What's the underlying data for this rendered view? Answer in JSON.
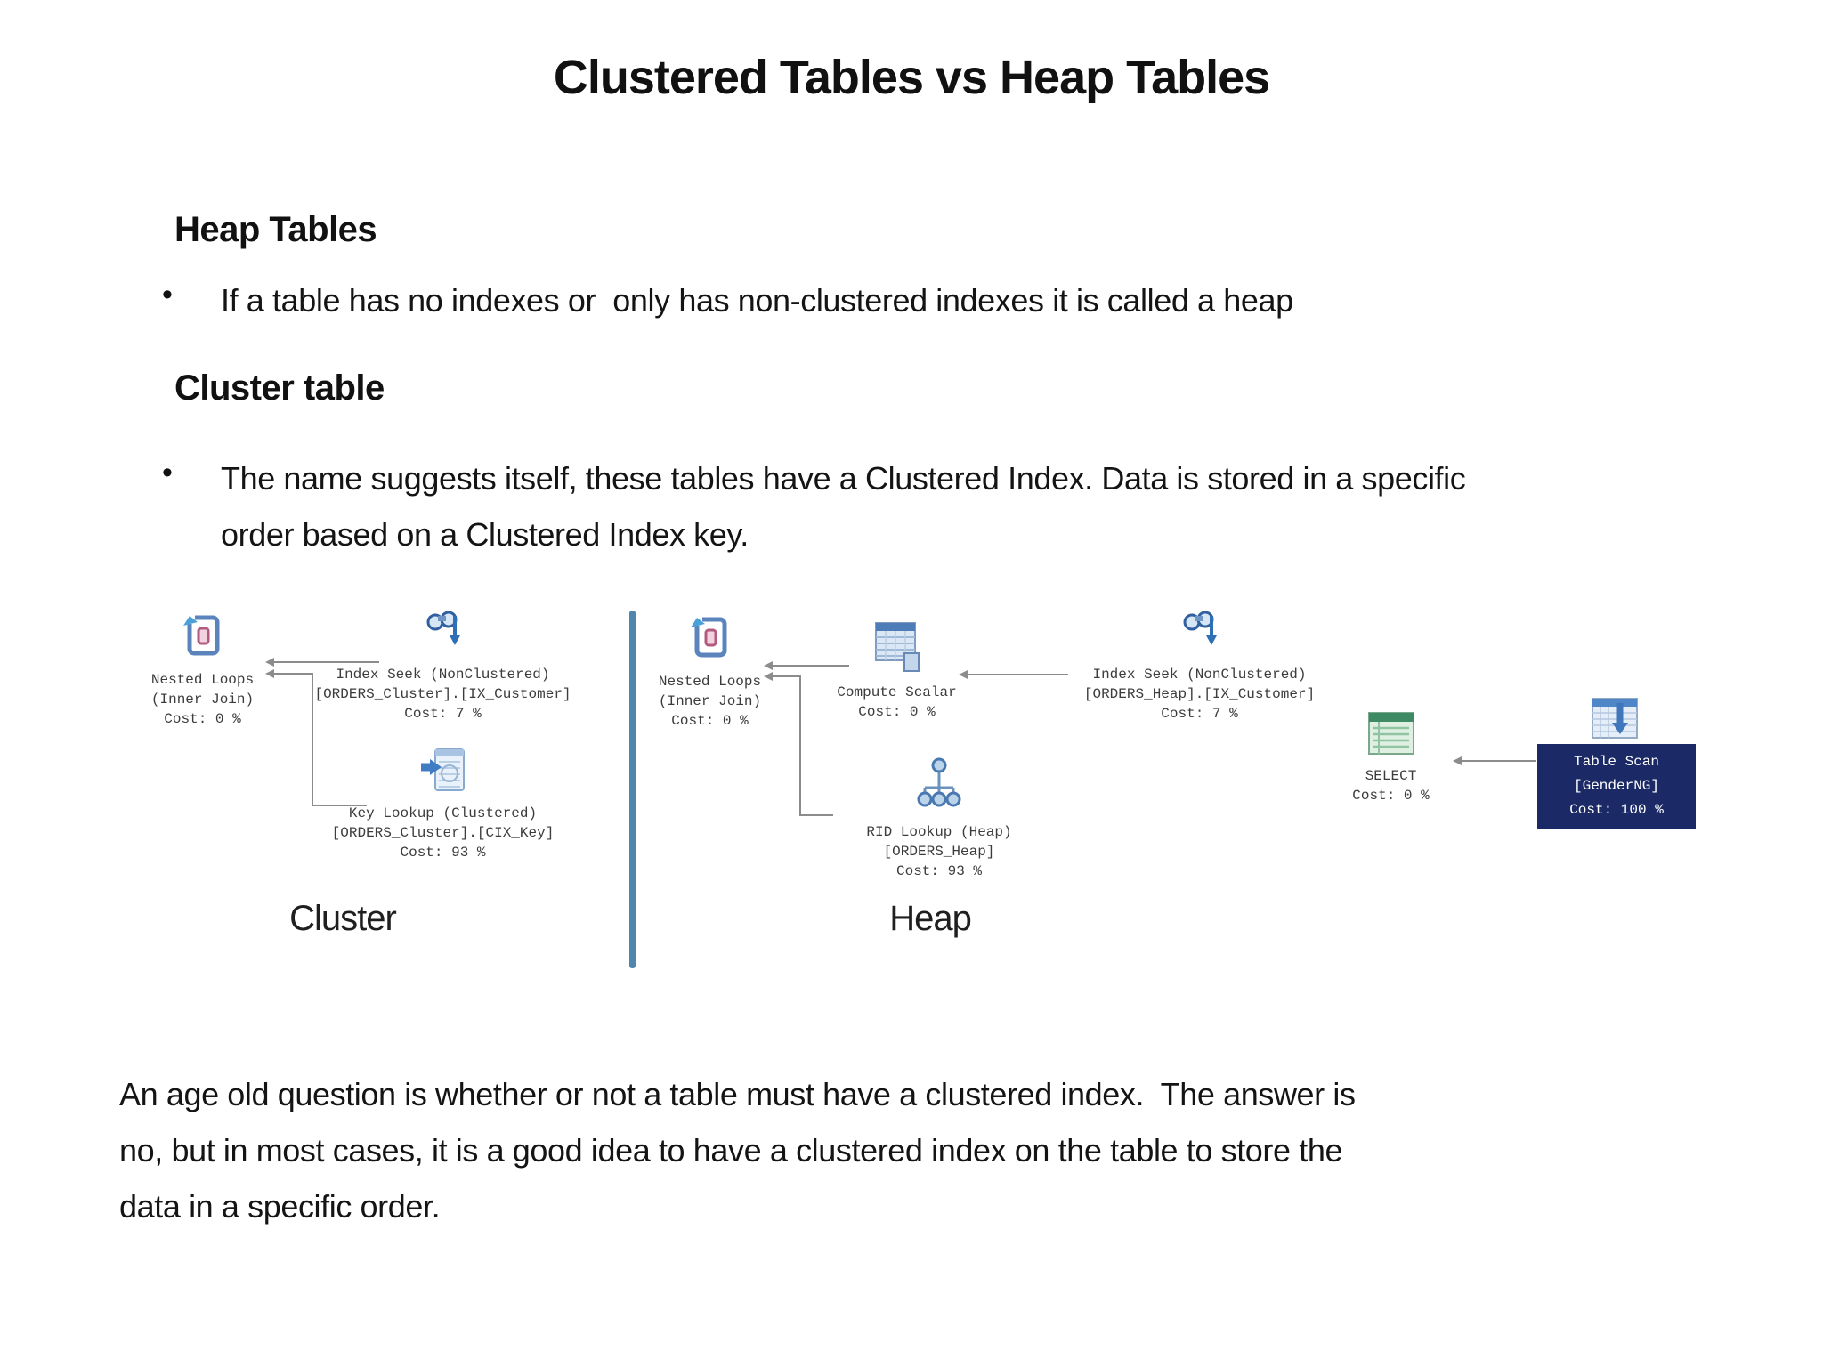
{
  "slide": {
    "title": "Clustered Tables vs Heap Tables",
    "bullet_char": "•",
    "heap_section": {
      "heading": "Heap Tables",
      "bullet": "If a table has no indexes or  only has non-clustered indexes it is called a heap"
    },
    "cluster_section": {
      "heading": "Cluster table",
      "bullet": "The name suggests itself, these tables have a Clustered Index. Data is stored in a specific order based on a Clustered Index key."
    },
    "footer": "An age old question is whether or not a table must have a clustered index.  The answer is no, but in most cases, it is a good idea to have a clustered index on the table to store the data in a specific order."
  },
  "diagram": {
    "cluster": {
      "label": "Cluster",
      "nested_loops": {
        "lines": [
          "Nested Loops",
          "(Inner Join)",
          "Cost: 0 %"
        ]
      },
      "index_seek": {
        "lines": [
          "Index Seek (NonClustered)",
          "[ORDERS_Cluster].[IX_Customer]",
          "Cost: 7 %"
        ]
      },
      "key_lookup": {
        "lines": [
          "Key Lookup (Clustered)",
          "[ORDERS_Cluster].[CIX_Key]",
          "Cost: 93 %"
        ]
      }
    },
    "heap": {
      "label": "Heap",
      "nested_loops": {
        "lines": [
          "Nested Loops",
          "(Inner Join)",
          "Cost: 0 %"
        ]
      },
      "compute_scalar": {
        "lines": [
          "Compute Scalar",
          "Cost: 0 %"
        ]
      },
      "index_seek": {
        "lines": [
          "Index Seek (NonClustered)",
          "[ORDERS_Heap].[IX_Customer]",
          "Cost: 7 %"
        ]
      },
      "rid_lookup": {
        "lines": [
          "RID Lookup (Heap)",
          "[ORDERS_Heap]",
          "Cost: 93 %"
        ]
      }
    },
    "result": {
      "select": {
        "lines": [
          "SELECT",
          "Cost: 0 %"
        ]
      },
      "table_scan": {
        "lines": [
          "Table Scan",
          "[GenderNG]",
          "Cost: 100 %"
        ]
      }
    },
    "colors": {
      "divider": "#4e86ad",
      "scan_box_bg": "#1b2a66",
      "scan_box_text": "#ffffff",
      "arrow": "#8c8c8c",
      "node_text": "#3c3c3c"
    }
  }
}
